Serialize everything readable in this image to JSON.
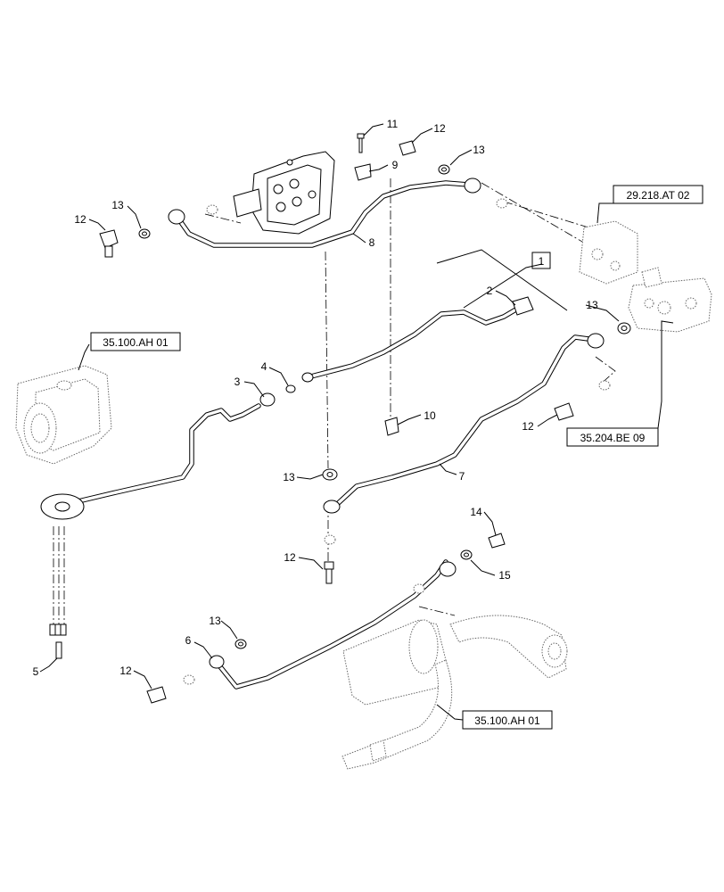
{
  "callouts": [
    {
      "id": "c1",
      "text": "1"
    },
    {
      "id": "c2",
      "text": "2"
    },
    {
      "id": "c3",
      "text": "3"
    },
    {
      "id": "c4",
      "text": "4"
    },
    {
      "id": "c5",
      "text": "5"
    },
    {
      "id": "c6",
      "text": "6"
    },
    {
      "id": "c7",
      "text": "7"
    },
    {
      "id": "c8",
      "text": "8"
    },
    {
      "id": "c9",
      "text": "9"
    },
    {
      "id": "c10",
      "text": "10"
    },
    {
      "id": "c11",
      "text": "11"
    },
    {
      "id": "c12a",
      "text": "12"
    },
    {
      "id": "c12b",
      "text": "12"
    },
    {
      "id": "c12c",
      "text": "12"
    },
    {
      "id": "c12d",
      "text": "12"
    },
    {
      "id": "c12e",
      "text": "12"
    },
    {
      "id": "c13a",
      "text": "13"
    },
    {
      "id": "c13b",
      "text": "13"
    },
    {
      "id": "c13c",
      "text": "13"
    },
    {
      "id": "c13d",
      "text": "13"
    },
    {
      "id": "c13e",
      "text": "13"
    },
    {
      "id": "c14",
      "text": "14"
    },
    {
      "id": "c15",
      "text": "15"
    }
  ],
  "references": [
    {
      "id": "r1",
      "text": "29.218.AT 02"
    },
    {
      "id": "r2",
      "text": "35.100.AH 01"
    },
    {
      "id": "r3",
      "text": "35.204.BE 09"
    },
    {
      "id": "r4",
      "text": "35.100.AH 01"
    }
  ]
}
